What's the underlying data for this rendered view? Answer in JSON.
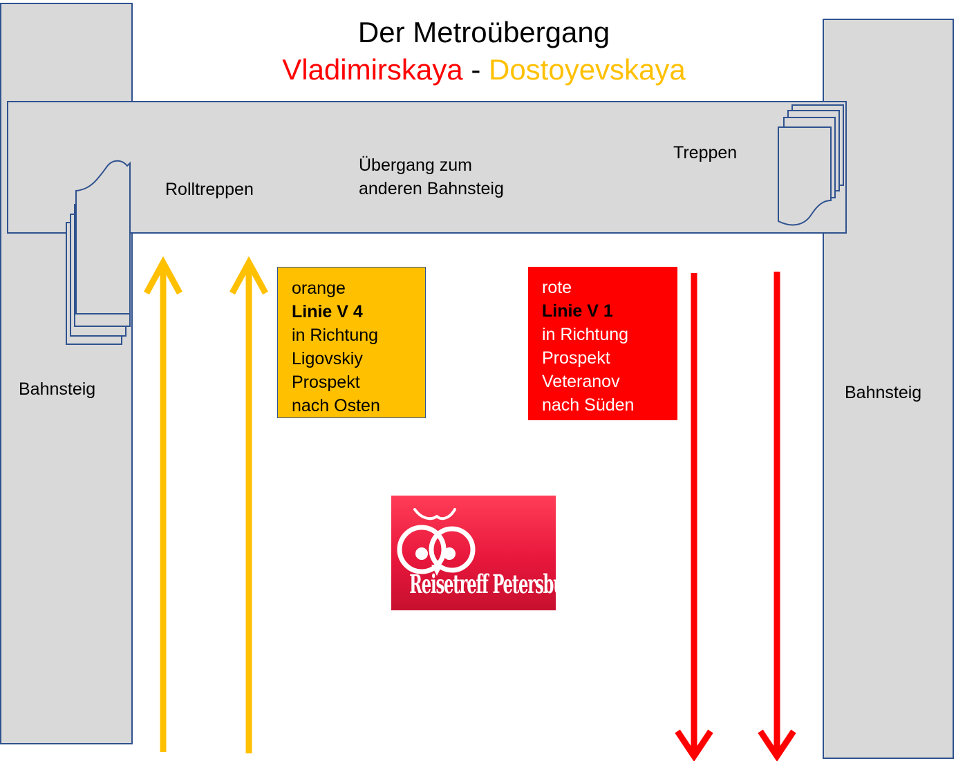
{
  "title": "Der Metroübergang",
  "subtitle": {
    "station_red": "Vladimirskaya",
    "separator": "-",
    "station_orange": "Dostoyevskaya"
  },
  "platform_left_label": "Bahnsteig",
  "platform_right_label": "Bahnsteig",
  "hall": {
    "escalators_label": "Rolltreppen",
    "transfer_label_line1": "Übergang zum",
    "transfer_label_line2": "anderen Bahnsteig",
    "stairs_label": "Treppen"
  },
  "orange_line_box": {
    "line1": "orange",
    "line2": "Linie V 4",
    "line3": "in Richtung",
    "line4": "Ligovskiy",
    "line5": "Prospekt",
    "line6": "nach Osten"
  },
  "red_line_box": {
    "line1": "rote",
    "line2": "Linie V 1",
    "line3": "in Richtung",
    "line4": "Prospekt",
    "line5": "Veteranov",
    "line6": "nach Süden"
  },
  "logo": {
    "text": "Reisetreff Petersburg"
  },
  "colors": {
    "platform_fill": "#d9d9d9",
    "outline": "#2f528f",
    "orange_line": "#ffc000",
    "red_line": "#ff0000"
  }
}
